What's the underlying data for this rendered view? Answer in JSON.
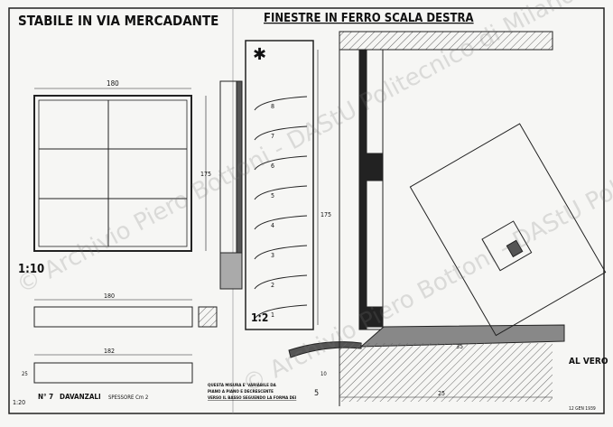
{
  "title": "STABILE IN VIA MERCADANTE",
  "subtitle": "FINESTRE IN FERRO SCALA DESTRA",
  "scales": {
    "elevation": "1:10",
    "section": "1:2",
    "sill": "1:20",
    "detail": "AL VERO"
  },
  "caption": {
    "number": "N° 7",
    "item": "DAVANZALI",
    "thickness": "SPESSORE Cm 2"
  },
  "note": [
    "QUESTA MISURA E' VARIABILE DA",
    "PIANO A PIANO E DECRESCENTE",
    "VERSO IL BASSO SEGUENDO LA FORMA DEI"
  ],
  "dimensions": {
    "width": "180",
    "height": "175",
    "sill_length": "182",
    "sill_depth": "25",
    "detail_depth": "25",
    "detail_small": "5",
    "detail_mid": "35",
    "detail_tick": "10"
  },
  "step_labels": [
    "8",
    "7",
    "6",
    "5",
    "4",
    "3",
    "2",
    "1"
  ],
  "date_stamp": "12 GEN 1939",
  "watermark": "© Archivio Piero Bottoni - DAStU Politecnico di Milano"
}
